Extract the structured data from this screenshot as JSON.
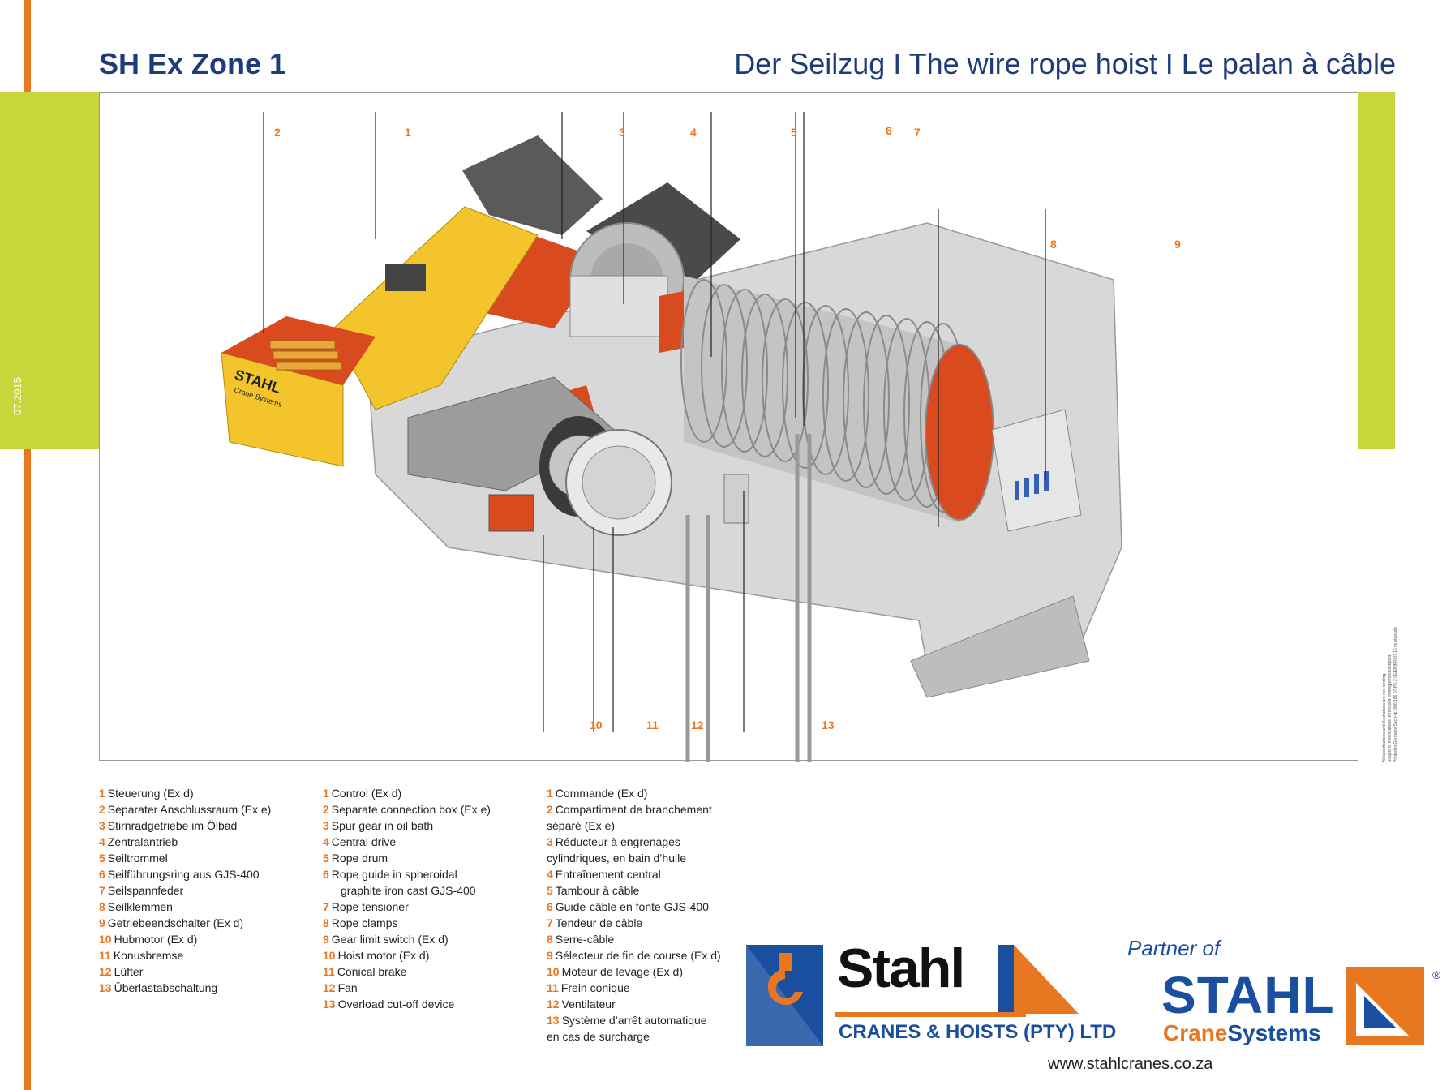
{
  "header": {
    "title_left": "SH Ex Zone 1",
    "title_right": "Der Seilzug I The wire rope hoist I Le palan à câble"
  },
  "side_date": "07.2015",
  "callouts": [
    "2",
    "1",
    "3",
    "4",
    "5",
    "6",
    "7",
    "8",
    "9",
    "10",
    "11",
    "12",
    "13"
  ],
  "legend_de": [
    {
      "num": "1",
      "text": "Steuerung (Ex d)"
    },
    {
      "num": "2",
      "text": "Separater Anschlussraum (Ex e)"
    },
    {
      "num": "3",
      "text": "Stirnradgetriebe im Ölbad"
    },
    {
      "num": "4",
      "text": "Zentralantrieb"
    },
    {
      "num": "5",
      "text": "Seiltrommel"
    },
    {
      "num": "6",
      "text": "Seilführungsring aus GJS-400"
    },
    {
      "num": "7",
      "text": "Seilspannfeder"
    },
    {
      "num": "8",
      "text": "Seilklemmen"
    },
    {
      "num": "9",
      "text": "Getriebeendschalter (Ex d)"
    },
    {
      "num": "10",
      "text": "Hubmotor (Ex d)"
    },
    {
      "num": "11",
      "text": "Konusbremse"
    },
    {
      "num": "12",
      "text": "Lüfter"
    },
    {
      "num": "13",
      "text": "Überlastabschaltung"
    }
  ],
  "legend_en": [
    {
      "num": "1",
      "text": "Control (Ex d)"
    },
    {
      "num": "2",
      "text": "Separate connection box (Ex e)"
    },
    {
      "num": "3",
      "text": "Spur gear in oil bath"
    },
    {
      "num": "4",
      "text": "Central drive"
    },
    {
      "num": "5",
      "text": "Rope drum"
    },
    {
      "num": "6",
      "text": "Rope guide in spheroidal",
      "cont": "graphite iron cast GJS-400"
    },
    {
      "num": "7",
      "text": "Rope tensioner"
    },
    {
      "num": "8",
      "text": "Rope clamps"
    },
    {
      "num": "9",
      "text": "Gear limit switch (Ex d)"
    },
    {
      "num": "10",
      "text": "Hoist motor (Ex d)"
    },
    {
      "num": "11",
      "text": "Conical brake"
    },
    {
      "num": "12",
      "text": "Fan"
    },
    {
      "num": "13",
      "text": "Overload cut-off device"
    }
  ],
  "legend_fr": [
    {
      "num": "1",
      "text": "Commande (Ex d)"
    },
    {
      "num": "2",
      "text": "Compartiment de branchement",
      "cont": "séparé (Ex e)"
    },
    {
      "num": "3",
      "text": "Réducteur à engrenages",
      "cont": "cylindriques, en bain d’huile"
    },
    {
      "num": "4",
      "text": "Entraînement central"
    },
    {
      "num": "5",
      "text": "Tambour à câble"
    },
    {
      "num": "6",
      "text": "Guide-câble en fonte GJS-400"
    },
    {
      "num": "7",
      "text": "Tendeur de câble"
    },
    {
      "num": "8",
      "text": "Serre-câble"
    },
    {
      "num": "9",
      "text": "Sélecteur de fin de course (Ex d)"
    },
    {
      "num": "10",
      "text": "Moteur de levage (Ex d)"
    },
    {
      "num": "11",
      "text": "Frein conique"
    },
    {
      "num": "12",
      "text": "Ventilateur"
    },
    {
      "num": "13",
      "text": "Système d’arrêt automatique",
      "cont": "en cas de surcharge"
    }
  ],
  "machine_label": "STAHL",
  "machine_sublabel": "Crane Systems",
  "fineprint": [
    "All specifications and illustrations are non-binding.",
    "Subject to modifications, errors and printing errors excepted.",
    "Printed in Germany  Sach-Nr. 990 186 07-PE 2 0E/EN/FR 07.15 ve stoessle"
  ],
  "logo_left": {
    "name": "Stahl",
    "sub": "CRANES & HOISTS (PTY) LTD"
  },
  "logo_right": {
    "partner": "Partner of",
    "name": "STAHL",
    "sub1": "Crane",
    "sub2": "Systems",
    "reg": "®"
  },
  "website": "www.stahlcranes.co.za",
  "colors": {
    "orange": "#e87722",
    "green": "#c8d63c",
    "navy": "#1f3c7a",
    "blue": "#1a4fa0",
    "red": "#d94a1e",
    "yellow": "#f3c42c"
  }
}
